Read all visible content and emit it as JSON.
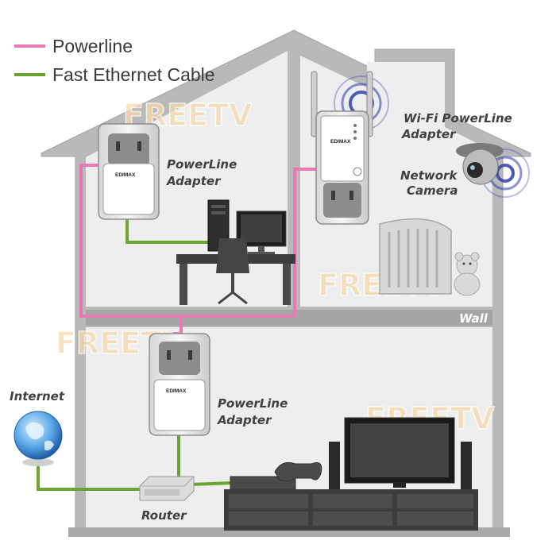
{
  "legend": {
    "powerline": "Powerline",
    "ethernet": "Fast Ethernet Cable"
  },
  "labels": {
    "adapter_top_line1": "PowerLine",
    "adapter_top_line2": "Adapter",
    "wifi_adapter_line1": "Wi-Fi PowerLine",
    "wifi_adapter_line2": "Adapter",
    "camera_line1": "Network",
    "camera_line2": "Camera",
    "wall": "Wall",
    "internet": "Internet",
    "adapter_bottom_line1": "PowerLine",
    "adapter_bottom_line2": "Adapter",
    "router": "Router"
  },
  "brand": "EDIMAX",
  "watermark": "FREETV",
  "colors": {
    "powerline": "#e97ab4",
    "ethernet": "#6aa532",
    "house": "#b8b8b8",
    "interior": "#efefef"
  }
}
